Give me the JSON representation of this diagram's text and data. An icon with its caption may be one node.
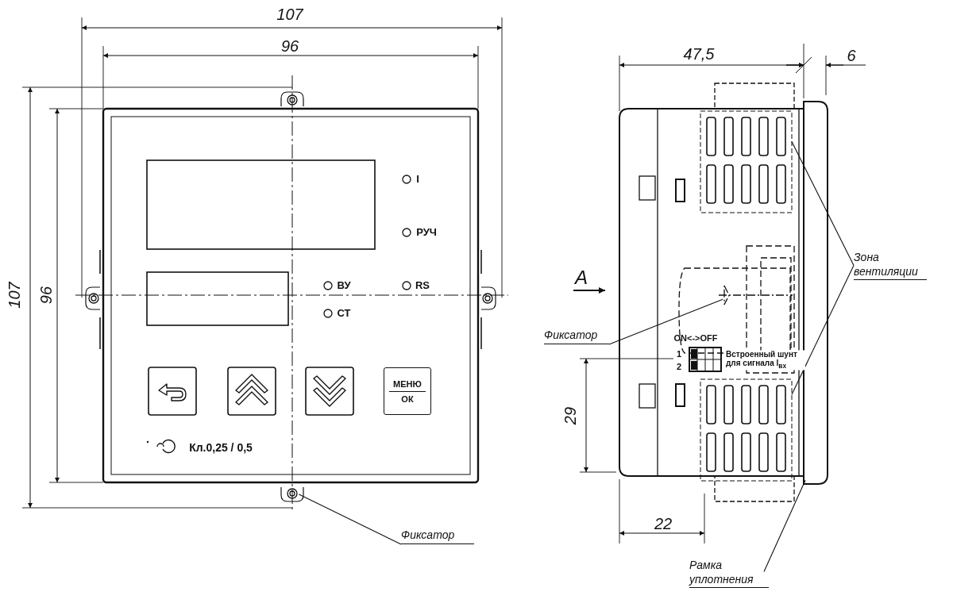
{
  "diagram": {
    "nodes": [
      {
        "text": [
          "МЕНЮ",
          "ОК"
        ]
      },
      {
        "text": [
          "Фиксатор"
        ]
      },
      {
        "text": [
          "Зона вентиляции"
        ]
      },
      {
        "text": [
          "Фиксатор"
        ]
      },
      {
        "text": [
          "Рамка уплотнения"
        ]
      },
      {
        "text": [],
        "shape": "picture"
      },
      {
        "text": [],
        "shape": "box"
      },
      {
        "text": [],
        "shape": "box"
      },
      {
        "text": [],
        "shape": "picture"
      },
      {
        "text": [],
        "shape": "bar"
      }
    ],
    "edges": [
      {
        "from": 1,
        "to": 5,
        "arrow": "none"
      },
      {
        "from": 2,
        "to": 6,
        "arrow": "none"
      },
      {
        "from": 2,
        "to": 7,
        "arrow": "none"
      },
      {
        "from": 3,
        "to": 8,
        "arrow": "none"
      },
      {
        "from": 4,
        "to": 9,
        "arrow": "none"
      }
    ],
    "labels": [
      "107",
      "96",
      "107",
      "96",
      "I",
      "РУЧ",
      "ВУ",
      "RS",
      "СТ",
      "Кл.0,25 / 0,5",
      "47,5",
      "6",
      "А",
      "ON<->OFF",
      "1",
      "2",
      "Встроенный шунт для сигнала I$_{вх}$",
      "29",
      "22"
    ]
  }
}
